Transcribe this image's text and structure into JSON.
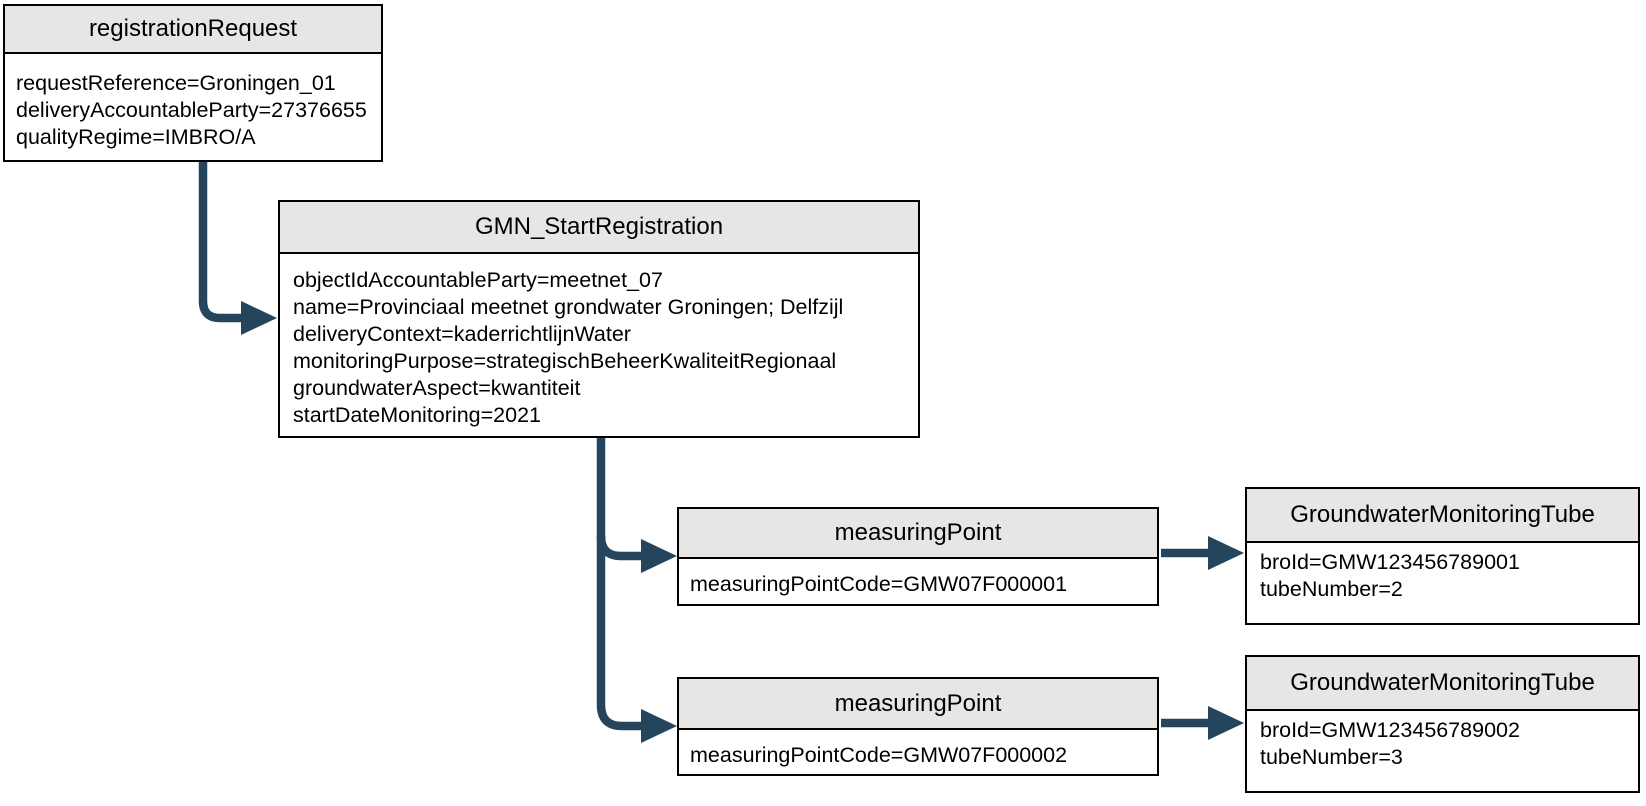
{
  "colors": {
    "arrow_color": "#24455C",
    "node_header_bg": "#E6E6E6",
    "node_border": "#000000",
    "canvas_bg": "#FFFFFF",
    "text_color": "#000000"
  },
  "nodes": {
    "registration_request": {
      "title": "registrationRequest",
      "attributes": [
        "requestReference=Groningen_01",
        "deliveryAccountableParty=27376655",
        "qualityRegime=IMBRO/A"
      ]
    },
    "gmn_start_registration": {
      "title": "GMN_StartRegistration",
      "attributes": [
        "objectIdAccountableParty=meetnet_07",
        "name=Provinciaal meetnet grondwater Groningen; Delfzijl",
        "deliveryContext=kaderrichtlijnWater",
        "monitoringPurpose=strategischBeheerKwaliteitRegionaal",
        "groundwaterAspect=kwantiteit",
        "startDateMonitoring=2021"
      ]
    },
    "measuring_point_1": {
      "title": "measuringPoint",
      "attributes": [
        "measuringPointCode=GMW07F000001"
      ]
    },
    "groundwater_monitoring_tube_1": {
      "title": "GroundwaterMonitoringTube",
      "attributes": [
        "broId=GMW123456789001",
        "tubeNumber=2"
      ]
    },
    "measuring_point_2": {
      "title": "measuringPoint",
      "attributes": [
        "measuringPointCode=GMW07F000002"
      ]
    },
    "groundwater_monitoring_tube_2": {
      "title": "GroundwaterMonitoringTube",
      "attributes": [
        "broId=GMW123456789002",
        "tubeNumber=3"
      ]
    }
  },
  "edges": [
    {
      "from": "registrationRequest",
      "to": "GMN_StartRegistration"
    },
    {
      "from": "GMN_StartRegistration",
      "to": "measuringPoint GMW07F000001"
    },
    {
      "from": "GMN_StartRegistration",
      "to": "measuringPoint GMW07F000002"
    },
    {
      "from": "measuringPoint GMW07F000001",
      "to": "GroundwaterMonitoringTube GMW123456789001"
    },
    {
      "from": "measuringPoint GMW07F000002",
      "to": "GroundwaterMonitoringTube GMW123456789002"
    }
  ]
}
